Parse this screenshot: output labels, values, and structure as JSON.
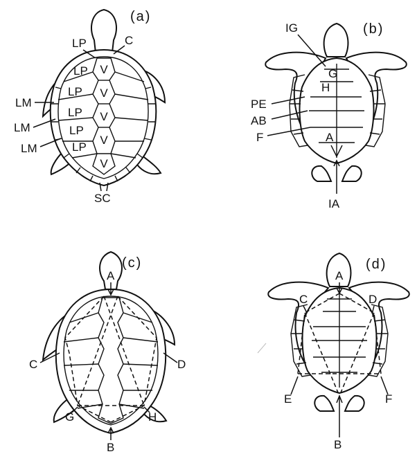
{
  "panels": {
    "a": {
      "title": "(a)",
      "labels": {
        "LP_top": "LP",
        "C": "C",
        "LP1": "LP",
        "LP2": "LP",
        "LP3": "LP",
        "LP4": "LP",
        "LP5": "LP",
        "LM1": "LM",
        "LM2": "LM",
        "LM3": "LM",
        "SC": "SC",
        "V1": "V",
        "V2": "V",
        "V3": "V",
        "V4": "V",
        "V5": "V"
      }
    },
    "b": {
      "title": "(b)",
      "labels": {
        "IG": "IG",
        "G": "G",
        "H": "H",
        "PE": "PE",
        "AB": "AB",
        "F": "F",
        "A": "A",
        "IA": "IA"
      }
    },
    "c": {
      "title": "(c)",
      "labels": {
        "A": "A",
        "B": "B",
        "C": "C",
        "D": "D",
        "G": "G",
        "H": "H"
      }
    },
    "d": {
      "title": "(d)",
      "labels": {
        "A": "A",
        "B": "B",
        "C": "C",
        "D": "D",
        "E": "E",
        "F": "F"
      }
    }
  }
}
